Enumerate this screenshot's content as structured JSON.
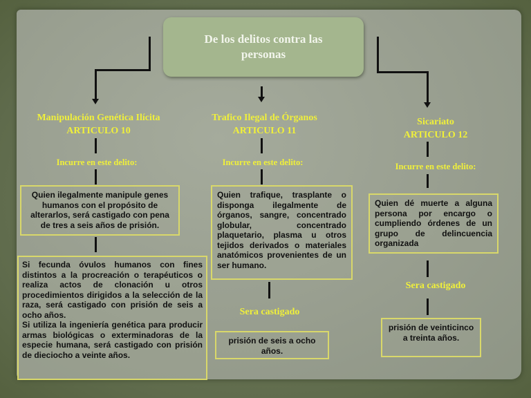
{
  "title": "De los delitos contra las personas",
  "colors": {
    "title_box": "#a4b68e",
    "heading_yellow": "#f0f03a",
    "box_border": "#d9d86a",
    "paper": "#9aa091",
    "background": "#6a7658"
  },
  "columns": [
    {
      "heading": "Manipulación Genética Ilícita",
      "article": "ARTICULO 10",
      "incurre": "Incurre en este delito:",
      "description": "Quien ilegalmente manipule genes humanos con el propósito de alterarlos, será castigado con pena de tres a seis años de prisión.",
      "extra_paragraphs": [
        "Si fecunda óvulos humanos con fines distintos a la procreación o terapéuticos o realiza actos de clonación u otros procedimientos dirigidos a la selección de la raza, será castigado con prisión de seis a ocho años.",
        "Si utiliza la ingeniería genética para producir armas biológicas o exterminadoras de la especie humana, será castigado con prisión de dieciocho a veinte años."
      ]
    },
    {
      "heading": "Trafico Ilegal de Órganos",
      "article": "ARTICULO 11",
      "incurre": "Incurre en este delito:",
      "description": "Quien trafique, trasplante o disponga ilegalmente de órganos, sangre, concentrado globular, concentrado plaquetario, plasma u otros tejidos derivados o materiales anatómicos provenientes de un ser humano.",
      "sanction_label": "Sera castigado",
      "sanction": "prisión de seis a ocho años."
    },
    {
      "heading": "Sicariato",
      "article": "ARTICULO 12",
      "incurre": "Incurre en este delito:",
      "description": "Quien dé muerte a alguna persona por encargo o cumpliendo órdenes de un grupo de delincuencia organizada",
      "sanction_label": "Sera castigado",
      "sanction": "prisión de veinticinco a treinta años."
    }
  ]
}
